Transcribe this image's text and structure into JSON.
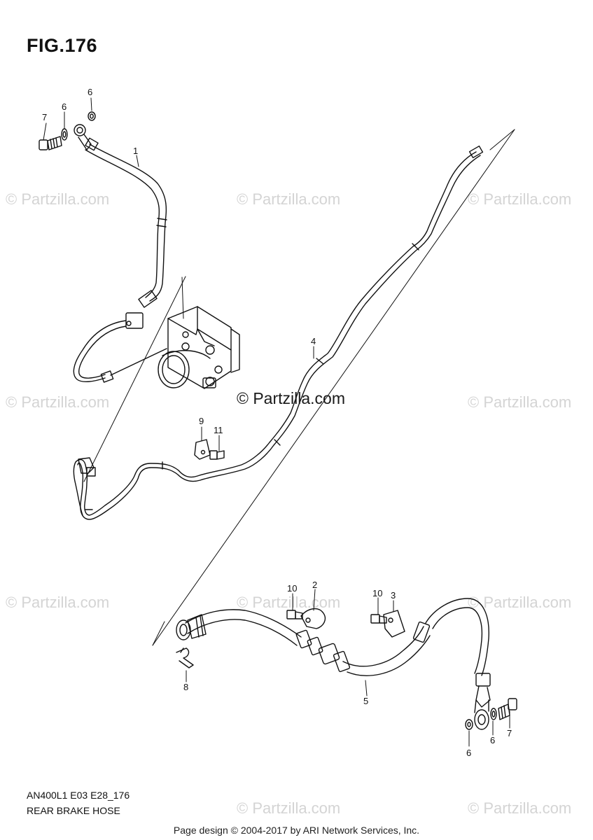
{
  "figure": {
    "title": "FIG.176",
    "model_code": "AN400L1 E03 E28_176",
    "caption": "REAR BRAKE HOSE"
  },
  "watermark_text": "© Partzilla.com",
  "center_copyright": "© Partzilla.com",
  "footer": "Page design © 2004-2017 by ARI Network Services, Inc.",
  "callouts": {
    "c6a": "6",
    "c7a": "7",
    "c6b": "6",
    "c1": "1",
    "c4": "4",
    "c9": "9",
    "c11": "11",
    "c10a": "10",
    "c2": "2",
    "c10b": "10",
    "c3": "3",
    "c8": "8",
    "c5": "5",
    "c6c": "6",
    "c6d": "6",
    "c7b": "7"
  },
  "colors": {
    "line": "#111111",
    "watermark": "#d4d4d4"
  }
}
